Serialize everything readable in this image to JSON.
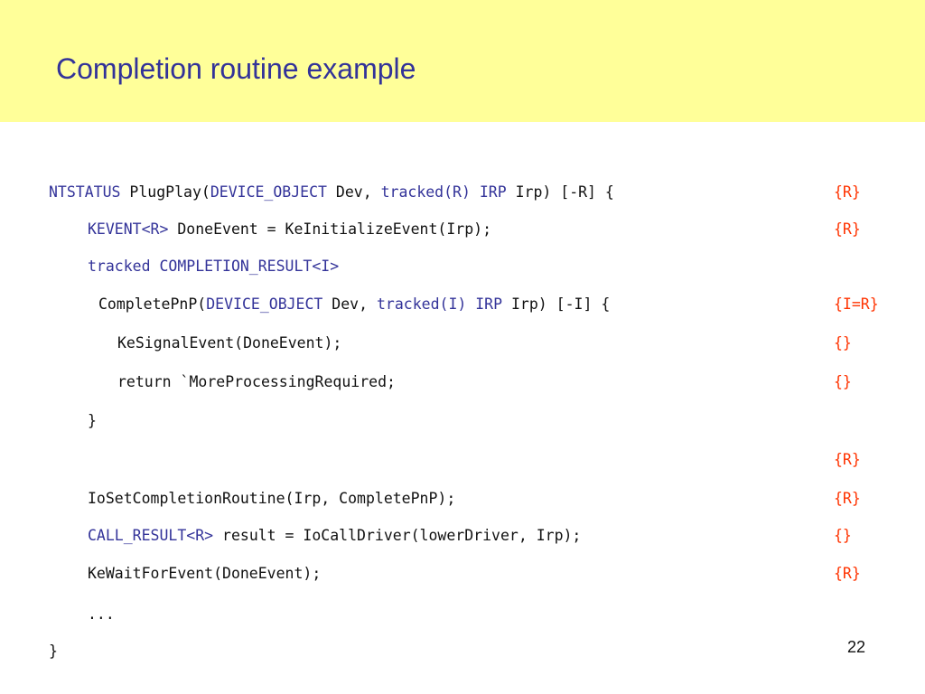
{
  "slide": {
    "title": "Completion routine example",
    "page_number": "22"
  },
  "code_lines": [
    {
      "annotation": "{R}",
      "segments": [
        {
          "text": "NTSTATUS",
          "kw": true
        },
        {
          "text": " PlugPlay(",
          "kw": false
        },
        {
          "text": "DEVICE_OBJECT",
          "kw": true
        },
        {
          "text": " Dev, ",
          "kw": false
        },
        {
          "text": "tracked(R) IRP",
          "kw": true
        },
        {
          "text": " Irp) [-R] {",
          "kw": false
        }
      ]
    },
    {
      "annotation": "{R}",
      "segments": [
        {
          "text": "KEVENT<R>",
          "kw": true
        },
        {
          "text": " DoneEvent = KeInitializeEvent(Irp);",
          "kw": false
        }
      ]
    },
    {
      "annotation": "",
      "segments": [
        {
          "text": "tracked COMPLETION_RESULT<I>",
          "kw": true
        }
      ]
    },
    {
      "annotation": "{I=R}",
      "segments": [
        {
          "text": "CompletePnP(",
          "kw": false
        },
        {
          "text": "DEVICE_OBJECT",
          "kw": true
        },
        {
          "text": " Dev, ",
          "kw": false
        },
        {
          "text": "tracked(I) IRP",
          "kw": true
        },
        {
          "text": " Irp) [-I] {",
          "kw": false
        }
      ]
    },
    {
      "annotation": "{}",
      "segments": [
        {
          "text": "KeSignalEvent(DoneEvent);",
          "kw": false
        }
      ]
    },
    {
      "annotation": "{}",
      "segments": [
        {
          "text": "return `MoreProcessingRequired;",
          "kw": false
        }
      ]
    },
    {
      "annotation": "",
      "segments": [
        {
          "text": "}",
          "kw": false
        }
      ]
    },
    {
      "annotation": "{R}",
      "segments": []
    },
    {
      "annotation": "{R}",
      "segments": [
        {
          "text": "IoSetCompletionRoutine(Irp, CompletePnP);",
          "kw": false
        }
      ]
    },
    {
      "annotation": "{}",
      "segments": [
        {
          "text": "CALL_RESULT<R>",
          "kw": true
        },
        {
          "text": " result = IoCallDriver(lowerDriver, Irp);",
          "kw": false
        }
      ]
    },
    {
      "annotation": "{R}",
      "segments": [
        {
          "text": "KeWaitForEvent(DoneEvent);",
          "kw": false
        }
      ]
    },
    {
      "annotation": "",
      "segments": [
        {
          "text": "...",
          "kw": false
        }
      ]
    },
    {
      "annotation": "",
      "segments": [
        {
          "text": "}",
          "kw": false
        }
      ]
    }
  ],
  "colors": {
    "title_band": "#ffff99",
    "title_text": "#333399",
    "keyword": "#333399",
    "annotation": "#ff3300",
    "code_text": "#111111"
  }
}
